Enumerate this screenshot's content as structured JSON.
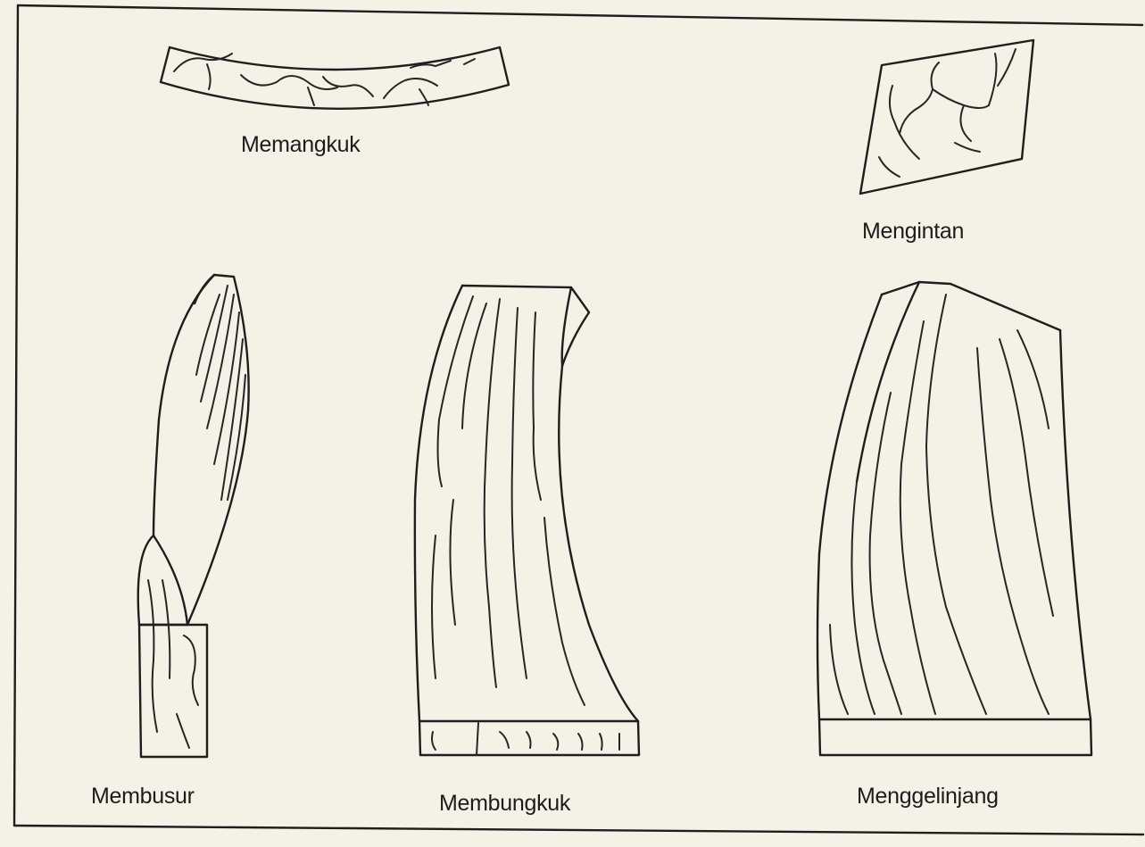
{
  "figure": {
    "labels": {
      "cupping": "Memangkuk",
      "diamonding": "Mengintan",
      "bowing": "Membusur",
      "crooking": "Membungkuk",
      "twisting": "Menggelinjang"
    }
  }
}
